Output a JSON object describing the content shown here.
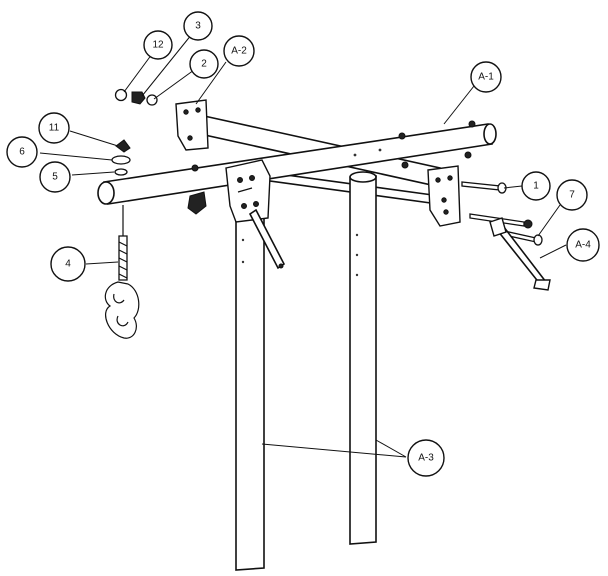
{
  "diagram": {
    "callouts": [
      {
        "id": "c3",
        "label": "3"
      },
      {
        "id": "c12",
        "label": "12"
      },
      {
        "id": "c2",
        "label": "2"
      },
      {
        "id": "ca2",
        "label": "A-2"
      },
      {
        "id": "ca1",
        "label": "A-1"
      },
      {
        "id": "c11",
        "label": "11"
      },
      {
        "id": "c6",
        "label": "6"
      },
      {
        "id": "c5",
        "label": "5"
      },
      {
        "id": "c1",
        "label": "1"
      },
      {
        "id": "c7",
        "label": "7"
      },
      {
        "id": "ca4",
        "label": "A-4"
      },
      {
        "id": "c4",
        "label": "4"
      },
      {
        "id": "ca3",
        "label": "A-3"
      }
    ]
  }
}
